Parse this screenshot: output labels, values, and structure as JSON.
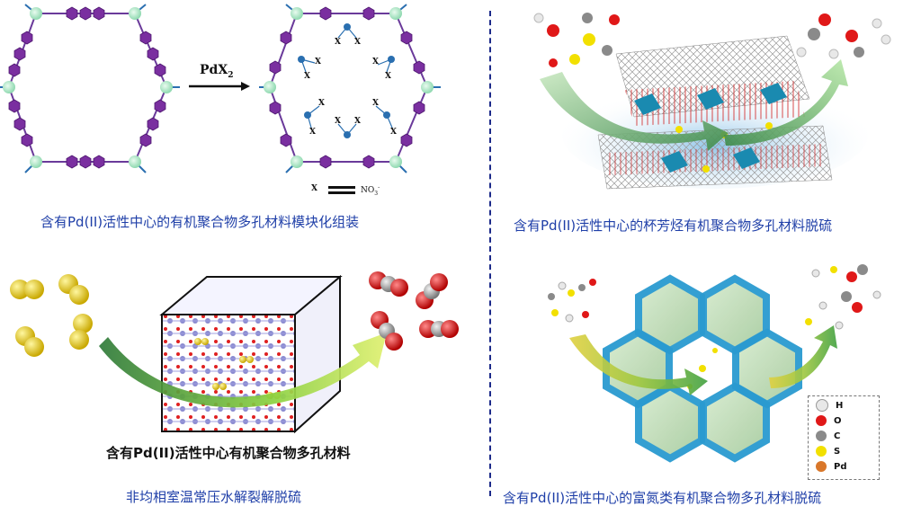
{
  "panels": {
    "top_left": {
      "reagent": "PdX",
      "reagent_sub": "2",
      "key_x": "X",
      "key_no3": "NO",
      "key_no3_sub": "3",
      "key_no3_sup": "-",
      "x_marks": [
        "X",
        "X",
        "X",
        "X",
        "X",
        "X",
        "X",
        "X",
        "X",
        "X",
        "X",
        "X"
      ],
      "caption": "含有Pd(II)活性中心的有机聚合物多孔材料模块化组装"
    },
    "top_right": {
      "caption": "含有Pd(II)活性中心的杯芳烃有机聚合物多孔材料脱硫"
    },
    "bottom_left": {
      "cube_label": "含有Pd(II)活性中心有机聚合物多孔材料",
      "caption": "非均相室温常压水解裂解脱硫"
    },
    "bottom_right": {
      "caption": "含有Pd(II)活性中心的富氮类有机聚合物多孔材料脱硫",
      "legend": [
        {
          "label": "H",
          "color": "#e8e8e8"
        },
        {
          "label": "O",
          "color": "#e01818"
        },
        {
          "label": "C",
          "color": "#8a8a8a"
        },
        {
          "label": "S",
          "color": "#f2e000"
        },
        {
          "label": "Pd",
          "color": "#d9772a"
        }
      ]
    }
  }
}
